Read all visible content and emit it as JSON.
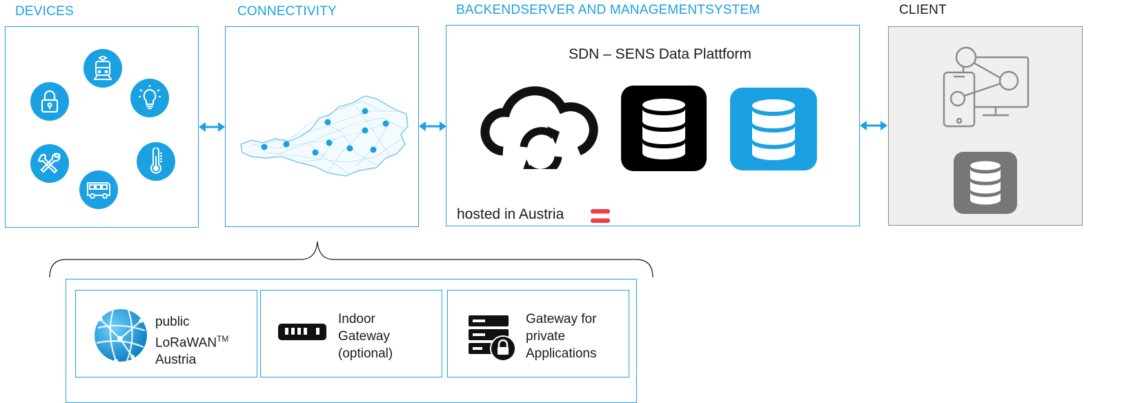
{
  "sections": {
    "devices": "DEVICES",
    "connectivity": "CONNECTIVITY",
    "backend": "BACKENDSERVER AND MANAGEMENTSYSTEM",
    "client": "CLIENT"
  },
  "devices": {
    "icons": [
      "train-icon",
      "lock-icon",
      "lightbulb-icon",
      "tools-icon",
      "thermometer-icon",
      "bus-icon"
    ]
  },
  "connectivity": {
    "icon": "austria-network-map-icon"
  },
  "backend": {
    "title": "SDN – SENS Data Plattform",
    "hosted": "hosted in Austria",
    "icons": [
      "cloud-sync-icon",
      "database-black-icon",
      "database-blue-icon",
      "austria-flag-icon"
    ]
  },
  "client": {
    "icons": [
      "devices-network-icon",
      "database-gray-icon"
    ]
  },
  "options": [
    {
      "line1": "public",
      "line2": "LoRaWAN",
      "sup": "TM",
      "line3": "Austria",
      "icon": "globe-network-icon"
    },
    {
      "line1": "Indoor",
      "line2": "Gateway",
      "line3": "(optional)",
      "icon": "indoor-gateway-icon"
    },
    {
      "line1": "Gateway for",
      "line2": "private",
      "line3": "Applications",
      "icon": "secure-server-icon"
    }
  ],
  "colors": {
    "accent": "#1ba1e2",
    "flag_red": "#e9414c",
    "client_bg": "#efefef",
    "db_gray": "#777777"
  }
}
